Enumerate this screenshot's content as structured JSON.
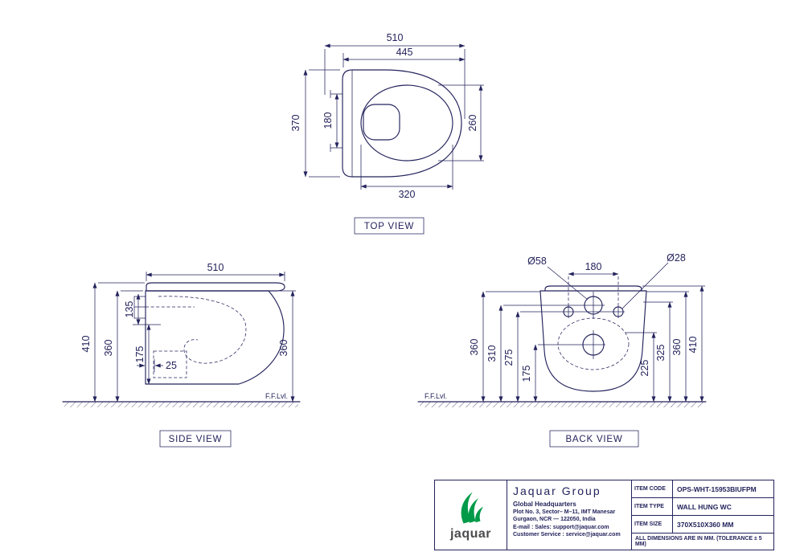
{
  "colors": {
    "line": "#23235c",
    "logo_green": "#009a49",
    "logo_gray": "#4b4b4e",
    "background": "#ffffff"
  },
  "views": {
    "top": {
      "label": "TOP VIEW",
      "dims": {
        "d510": "510",
        "d445": "445",
        "d370": "370",
        "d180": "180",
        "d260": "260",
        "d320": "320"
      }
    },
    "side": {
      "label": "SIDE VIEW",
      "floor_level": "F.F.Lvl.",
      "dims": {
        "d510": "510",
        "d410": "410",
        "d360_left": "360",
        "d135": "135",
        "d175": "175",
        "d25": "25",
        "d360_right": "360"
      }
    },
    "back": {
      "label": "BACK VIEW",
      "floor_level": "F.F.Lvl.",
      "dims": {
        "dia58": "Ø58",
        "d180": "180",
        "dia28": "Ø28",
        "d360_left": "360",
        "d310": "310",
        "d275": "275",
        "d175": "175",
        "d225": "225",
        "d325": "325",
        "d360_right": "360",
        "d410": "410"
      }
    }
  },
  "title_block": {
    "logo_word": "jaquar",
    "company": "Jaquar Group",
    "hq": "Global Headquarters",
    "address_line1": "Plot No. 3, Sector– M–11, IMT Manesar",
    "address_line2": "Gurgaon, NCR — 122050, India",
    "email_line": "E-mail : Sales: support@jaquar.com",
    "service_line": "Customer Service : service@jaquar.com",
    "rows": [
      {
        "label": "ITEM CODE",
        "value": "OPS-WHT-15953BIUFPM"
      },
      {
        "label": "ITEM TYPE",
        "value": "WALL HUNG WC"
      },
      {
        "label": "ITEM SIZE",
        "value": "370X510X360 MM"
      }
    ],
    "note": "ALL DIMENSIONS ARE IN MM. (TOLERANCE ± 5 MM)"
  }
}
